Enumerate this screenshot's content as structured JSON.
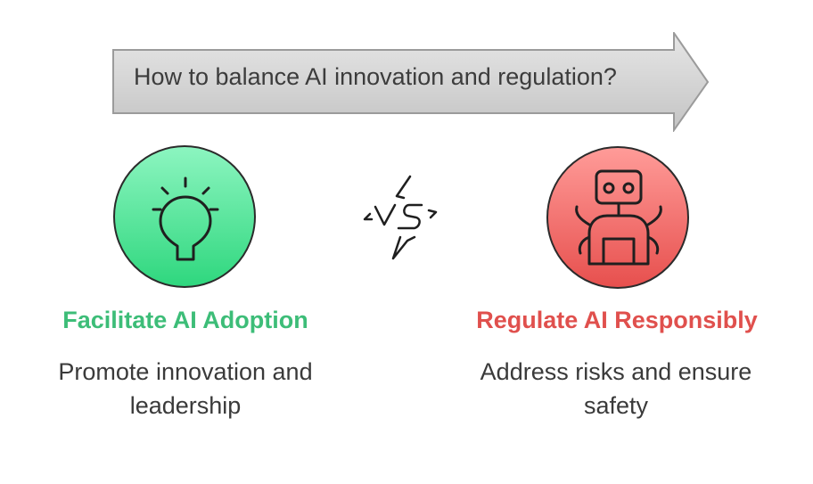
{
  "banner": {
    "question": "How to balance AI innovation and regulation?"
  },
  "versus": {
    "icon": "vs-lightning-icon"
  },
  "left_option": {
    "icon": "lightbulb-icon",
    "title": "Facilitate AI Adoption",
    "description": "Promote innovation and leadership",
    "color": "#3dbd78",
    "circle_top": "#8cf5c0",
    "circle_bottom": "#2fd77e"
  },
  "right_option": {
    "icon": "robot-icon",
    "title": "Regulate AI Responsibly",
    "description": "Address risks and ensure safety",
    "color": "#e0504d",
    "circle_top": "#ff9b98",
    "circle_bottom": "#e7504e"
  }
}
